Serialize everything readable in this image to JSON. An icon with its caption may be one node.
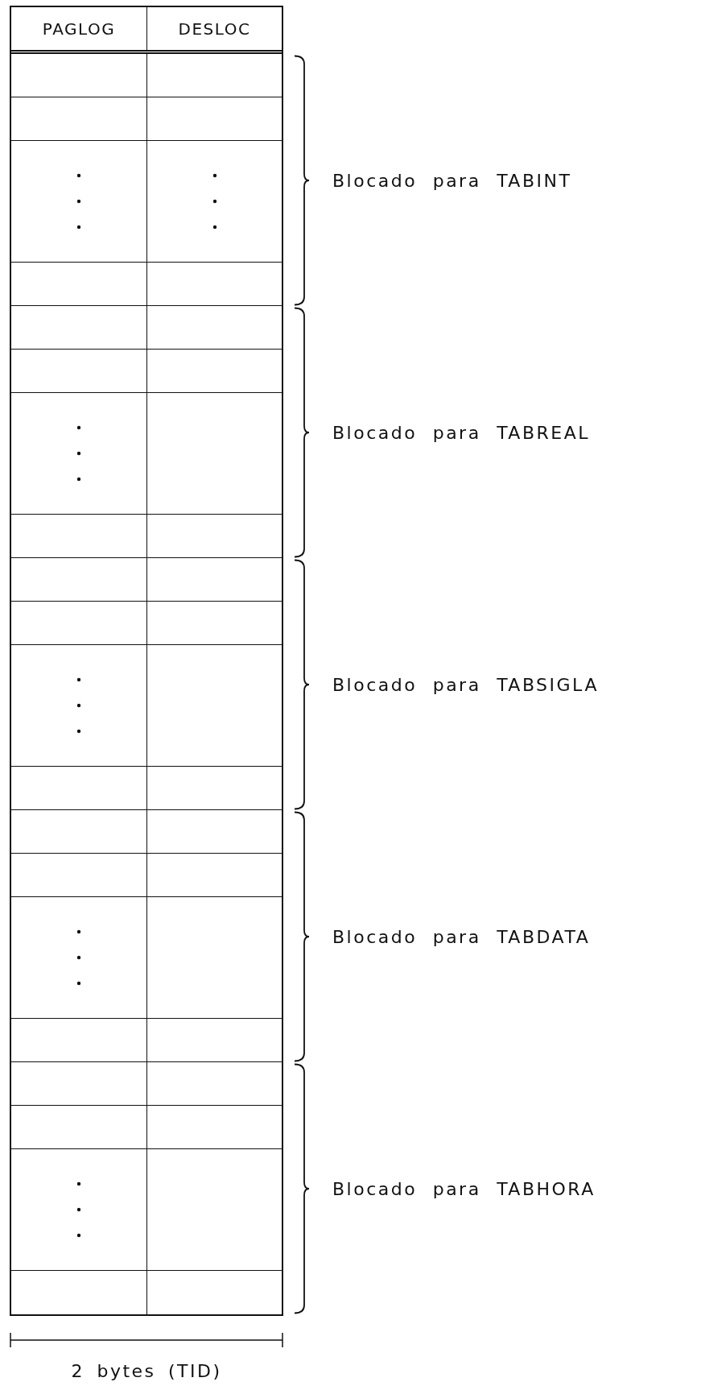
{
  "diagram": {
    "labels": [
      "PAGLOG",
      "DESLOC",
      "Blocado para TABINT",
      "Blocado para TABREAL",
      "Blocado para TABSIGLA",
      "Blocado para TABDATA",
      "Blocado para TABHORA",
      "2 bytes (TID)"
    ]
  }
}
